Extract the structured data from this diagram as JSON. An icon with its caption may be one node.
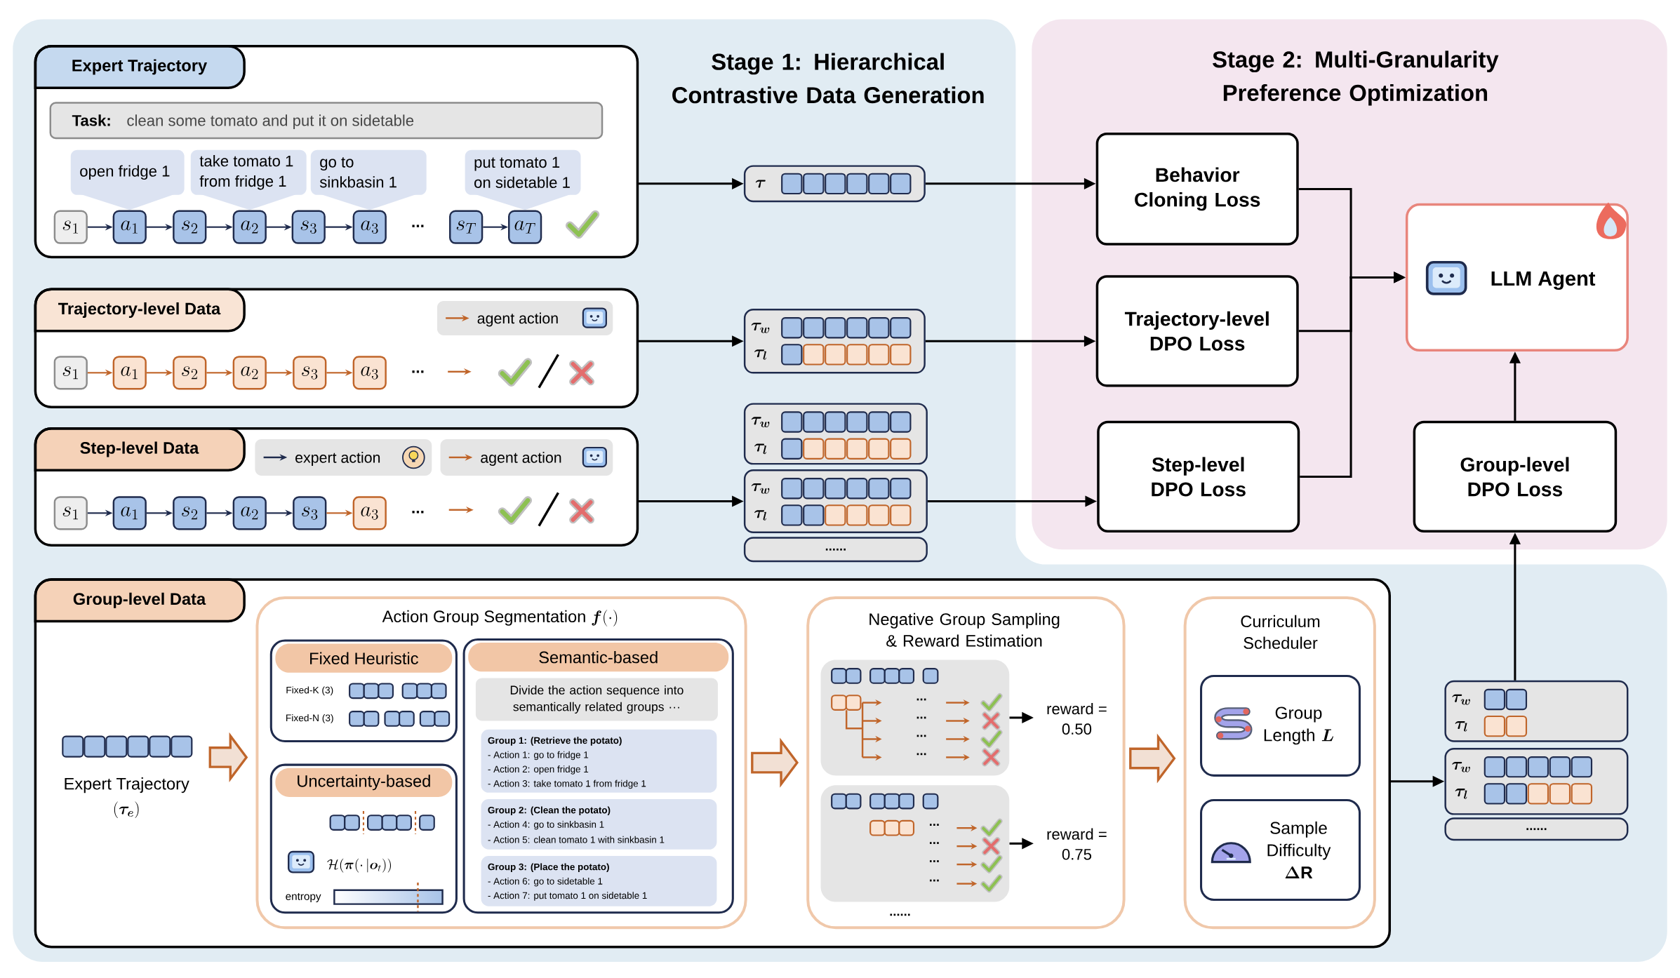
{
  "diagram": {
    "nodes": [
      {
        "text": [
          "Stage 1: Hierarchical Contrastive Data Generation"
        ]
      },
      {
        "text": [
          "Stage 2: Multi-Granularity Preference Optimization"
        ]
      },
      {
        "text": [
          "Expert Trajectory"
        ],
        "in": 0
      },
      {
        "text": [
          "Task:",
          "clean some tomato and put it on sidetable"
        ],
        "in": 2
      },
      {
        "text": [
          "open fridge 1"
        ],
        "in": 2
      },
      {
        "text": [
          "take tomato 1 from fridge 1"
        ],
        "in": 2
      },
      {
        "text": [
          "go to sinkbasin 1"
        ],
        "in": 2
      },
      {
        "text": [
          "put tomato 1 on sidetable 1"
        ],
        "in": 2
      },
      {
        "text": [
          "s_1"
        ],
        "in": 2
      },
      {
        "text": [
          "a_1"
        ],
        "in": 2
      },
      {
        "text": [
          "s_2"
        ],
        "in": 2
      },
      {
        "text": [
          "a_2"
        ],
        "in": 2
      },
      {
        "text": [
          "s_3"
        ],
        "in": 2
      },
      {
        "text": [
          "a_3"
        ],
        "in": 2
      },
      {
        "text": [
          "s_T"
        ],
        "in": 2
      },
      {
        "text": [
          "a_T"
        ],
        "in": 2
      },
      {
        "text": [
          "Trajectory-level Data"
        ],
        "in": 0
      },
      {
        "text": [
          "agent action"
        ],
        "in": 16
      },
      {
        "text": [
          "s_1"
        ],
        "in": 16
      },
      {
        "text": [
          "a_1"
        ],
        "in": 16
      },
      {
        "text": [
          "s_2"
        ],
        "in": 16
      },
      {
        "text": [
          "a_2"
        ],
        "in": 16
      },
      {
        "text": [
          "s_3"
        ],
        "in": 16
      },
      {
        "text": [
          "a_3"
        ],
        "in": 16
      },
      {
        "text": [
          "Step-level Data"
        ],
        "in": 0
      },
      {
        "text": [
          "expert action"
        ],
        "in": 24
      },
      {
        "text": [
          "agent action"
        ],
        "in": 24
      },
      {
        "text": [
          "s_1"
        ],
        "in": 24
      },
      {
        "text": [
          "a_1"
        ],
        "in": 24
      },
      {
        "text": [
          "s_2"
        ],
        "in": 24
      },
      {
        "text": [
          "a_2"
        ],
        "in": 24
      },
      {
        "text": [
          "s_3"
        ],
        "in": 24
      },
      {
        "text": [
          "a_3"
        ],
        "in": 24
      },
      {
        "text": [
          "\\boldsymbol{\\tau}"
        ],
        "in": 0
      },
      {
        "text": [
          "\\boldsymbol{\\tau_w}",
          "\\boldsymbol{\\tau_l}"
        ],
        "in": 0
      },
      {
        "text": [
          "\\boldsymbol{\\tau_w}",
          "\\boldsymbol{\\tau_l}"
        ],
        "in": 0
      },
      {
        "text": [
          "\\boldsymbol{\\tau_w}",
          "\\boldsymbol{\\tau_l}"
        ],
        "in": 0
      },
      {
        "text": [
          "......"
        ],
        "in": 0
      },
      {
        "text": [
          "Behavior Cloning Loss"
        ],
        "in": 1
      },
      {
        "text": [
          "Trajectory-level DPO Loss"
        ],
        "in": 1
      },
      {
        "text": [
          "Step-level DPO Loss"
        ],
        "in": 1
      },
      {
        "text": [
          "LLM Agent"
        ],
        "in": 1
      },
      {
        "text": [
          "Group-level DPO Loss"
        ],
        "in": 1
      },
      {
        "text": [
          "Group-level Data"
        ],
        "in": 0
      },
      {
        "text": [
          "Expert Trajectory",
          "(\\boldsymbol{\\tau_e})"
        ],
        "in": 43
      },
      {
        "text": [
          "Action Group Segmentation",
          "\\boldsymbol{f}(\\cdot)"
        ],
        "in": 43
      },
      {
        "text": [
          "Fixed Heuristic",
          "Fixed-K (3)",
          "Fixed-N (3)"
        ],
        "in": 45
      },
      {
        "text": [
          "Uncertainty-based",
          "\\mathcal{H}(\\boldsymbol{\\pi}(\\cdot\\,|\\boldsymbol{o}_t))",
          "entropy"
        ],
        "in": 45
      },
      {
        "text": [
          "Semantic-based"
        ],
        "in": 45
      },
      {
        "text": [
          "Divide the action sequence into semantically related groups ···"
        ],
        "in": 48
      },
      {
        "text": [
          "Group 1: (Retrieve the potato)",
          "- Action 1: go to fridge 1",
          "- Action 2: open fridge 1",
          "- Action 3: take tomato 1 from fridge 1"
        ],
        "in": 48
      },
      {
        "text": [
          "Group 2: (Clean the potato)",
          "- Action 4: go to sinkbasin 1",
          "- Action 5: clean tomato 1 with sinkbasin 1"
        ],
        "in": 48
      },
      {
        "text": [
          "Group 3: (Place the potato)",
          "- Action 6: go to sidetable 1",
          "- Action 7: put tomato 1 on sidetable 1"
        ],
        "in": 48
      },
      {
        "text": [
          "Negative Group Sampling & Reward Estimation",
          "......"
        ],
        "in": 43
      },
      {
        "text": [
          "...",
          "...",
          "...",
          "..."
        ],
        "in": 53
      },
      {
        "text": [
          "reward = 0.50"
        ],
        "in": 53
      },
      {
        "text": [
          "...",
          "...",
          "...",
          "..."
        ],
        "in": 53
      },
      {
        "text": [
          "reward = 0.75"
        ],
        "in": 53
      },
      {
        "text": [
          "Curriculum Scheduler"
        ],
        "in": 43
      },
      {
        "text": [
          "Group Length",
          "\\boldsymbol{L}"
        ],
        "in": 58
      },
      {
        "text": [
          "Sample Difficulty",
          "\\boldsymbol{\\Delta\\mathrm{R}}"
        ],
        "in": 58
      },
      {
        "text": [
          "\\boldsymbol{\\tau_w}",
          "\\boldsymbol{\\tau_l}"
        ],
        "in": 0
      },
      {
        "text": [
          "\\boldsymbol{\\tau_w}",
          "\\boldsymbol{\\tau_l}"
        ],
        "in": 0
      },
      {
        "text": [
          "......"
        ],
        "in": 0
      }
    ],
    "edges": [
      {
        "from": 8,
        "to": 9,
        "arrow": "to",
        "color": "#1f2b4d"
      },
      {
        "from": 9,
        "to": 10,
        "arrow": "to",
        "color": "#1f2b4d"
      },
      {
        "from": 10,
        "to": 11,
        "arrow": "to",
        "color": "#1f2b4d"
      },
      {
        "from": 11,
        "to": 12,
        "arrow": "to",
        "color": "#1f2b4d"
      },
      {
        "from": 12,
        "to": 13,
        "arrow": "to",
        "color": "#1f2b4d"
      },
      {
        "from": 14,
        "to": 15,
        "arrow": "to",
        "color": "#1f2b4d"
      },
      {
        "from": 18,
        "to": 19,
        "arrow": "to",
        "color": "#c0652a"
      },
      {
        "from": 19,
        "to": 20,
        "arrow": "to",
        "color": "#c0652a"
      },
      {
        "from": 20,
        "to": 21,
        "arrow": "to",
        "color": "#c0652a"
      },
      {
        "from": 21,
        "to": 22,
        "arrow": "to",
        "color": "#c0652a"
      },
      {
        "from": 22,
        "to": 23,
        "arrow": "to",
        "color": "#c0652a"
      },
      {
        "from": 27,
        "to": 28,
        "arrow": "to",
        "color": "#1f2b4d"
      },
      {
        "from": 28,
        "to": 29,
        "arrow": "to",
        "color": "#1f2b4d"
      },
      {
        "from": 29,
        "to": 30,
        "arrow": "to",
        "color": "#1f2b4d"
      },
      {
        "from": 30,
        "to": 31,
        "arrow": "to",
        "color": "#1f2b4d"
      },
      {
        "from": 31,
        "to": 32,
        "arrow": "to",
        "color": "#c0652a"
      },
      {
        "from": 2,
        "to": 33,
        "arrow": "to"
      },
      {
        "from": 33,
        "to": 38,
        "arrow": "to"
      },
      {
        "from": 16,
        "to": 34,
        "arrow": "to"
      },
      {
        "from": 34,
        "to": 39,
        "arrow": "to"
      },
      {
        "from": 24,
        "to": 36,
        "arrow": "to"
      },
      {
        "from": 36,
        "to": 40,
        "arrow": "to"
      },
      {
        "from": 38,
        "to": 41,
        "arrow": "to"
      },
      {
        "from": 39,
        "to": 41,
        "arrow": "to"
      },
      {
        "from": 40,
        "to": 41,
        "arrow": "to"
      },
      {
        "from": 42,
        "to": 41,
        "arrow": "to"
      },
      {
        "from": 61,
        "to": 42,
        "arrow": "to"
      },
      {
        "from": 43,
        "to": 62,
        "arrow": "to"
      },
      {
        "from": 44,
        "to": 45,
        "arrow": "to",
        "style": "thick",
        "color": "#c0652a"
      },
      {
        "from": 45,
        "to": 53,
        "arrow": "to",
        "style": "thick",
        "color": "#c0652a"
      },
      {
        "from": 53,
        "to": 58,
        "arrow": "to",
        "style": "thick",
        "color": "#c0652a"
      },
      {
        "from": 54,
        "to": 55,
        "arrow": "to"
      },
      {
        "from": 56,
        "to": 57,
        "arrow": "to"
      }
    ],
    "labels": [
      "...",
      "...",
      "..."
    ]
  }
}
